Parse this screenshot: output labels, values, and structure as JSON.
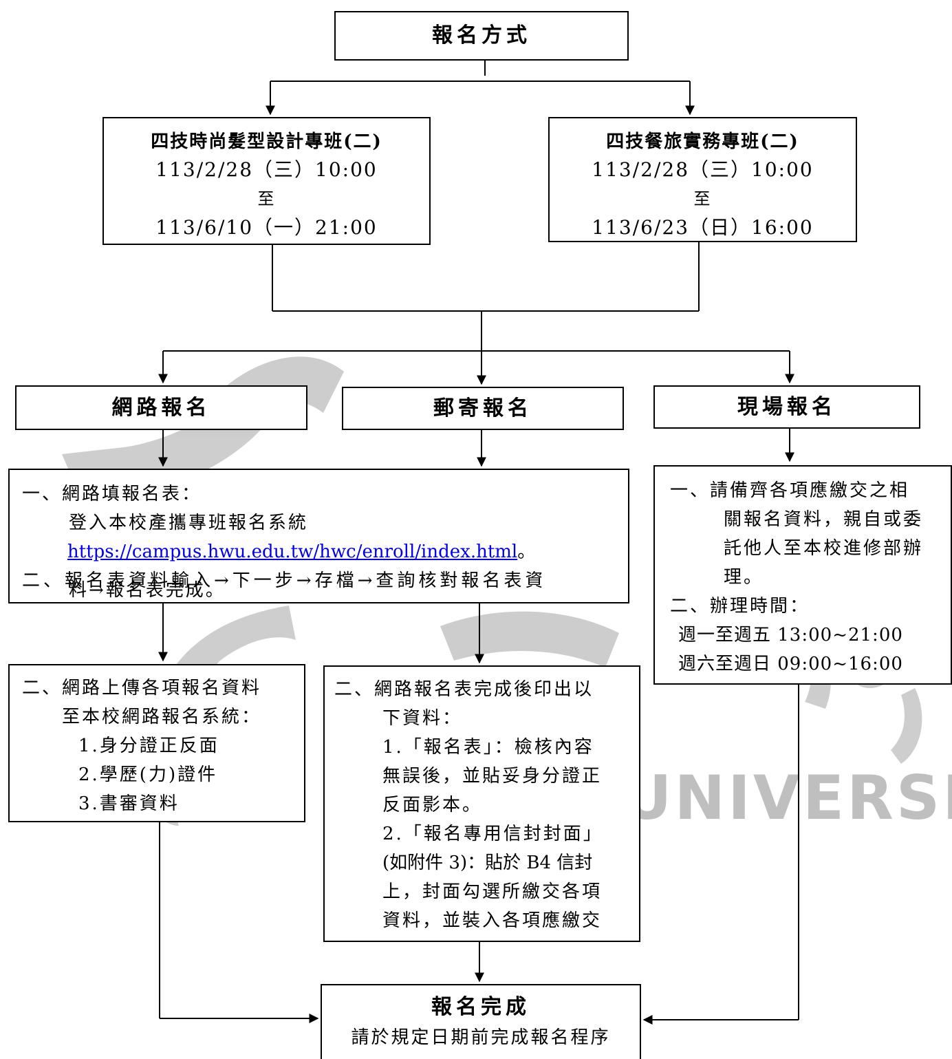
{
  "top": {
    "title": "報名方式"
  },
  "programs": [
    {
      "name": "四技時尚髮型設計專班(二)",
      "start": "113/2/28（三）10:00",
      "to": "至",
      "end": "113/6/10（一）21:00"
    },
    {
      "name": "四技餐旅實務專班(二)",
      "start": "113/2/28（三）10:00",
      "to": "至",
      "end": "113/6/23（日）16:00"
    }
  ],
  "methods": {
    "online": "網路報名",
    "mail": "郵寄報名",
    "onsite": "現場報名"
  },
  "online_step1": {
    "l1": "一、網路填報名表：",
    "l2": "登入本校產攜專班報名系統",
    "link": "https://campus.hwu.edu.tw/hwc/enroll/index.html",
    "link_tail": "。",
    "l4": "二、報名表資料輸入→下一步→存檔→查詢核對報名表資",
    "l5": "料→報名表完成。"
  },
  "online_step2": {
    "l1": "二、網路上傳各項報名資料",
    "l2": "至本校網路報名系統：",
    "l3": "1.身分證正反面",
    "l4": "2.學歷(力)證件",
    "l5": "3.書審資料"
  },
  "mail_step2": {
    "l1": "二、網路報名表完成後印出以",
    "l2": "下資料：",
    "l3": "1.「報名表」：檢核內容",
    "l4": "無誤後，並貼妥身分證正",
    "l5": "反面影本。",
    "l6": "2.「報名專用信封封面」",
    "l7": "(如附件 3)：貼於 B4 信封",
    "l8": "上，封面勾選所繳交各項",
    "l9": "資料，並裝入各項應繳交"
  },
  "onsite_step": {
    "l1": "一、請備齊各項應繳交之相",
    "l2": "關報名資料，親自或委",
    "l3": "託他人至本校進修部辦",
    "l4": "理。",
    "l5": "二、辦理時間：",
    "l6": "週一至週五 13:00~21:00",
    "l7": "週六至週日 09:00~16:00"
  },
  "done": {
    "title": "報名完成",
    "note": "請於規定日期前完成報名程序"
  },
  "watermark": {
    "text": "UNIVERSITY",
    "color": "#b0b0b0"
  }
}
